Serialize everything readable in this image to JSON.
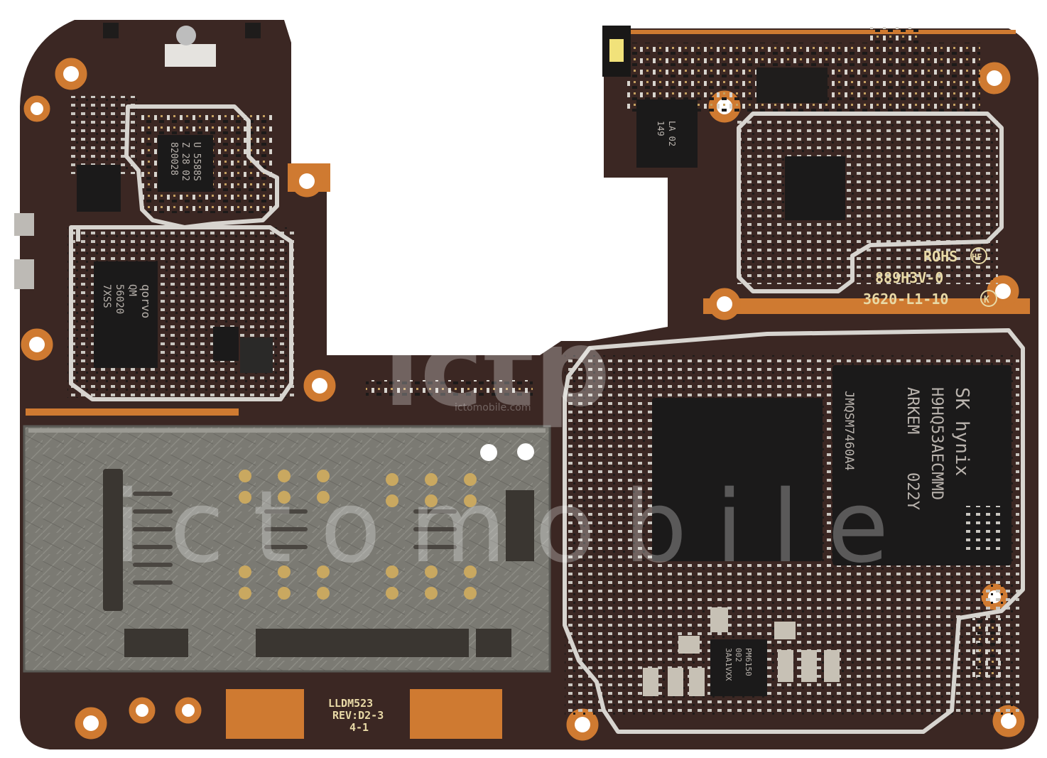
{
  "board": {
    "silkscreen": {
      "rohs": "ROHS",
      "hf": "HF",
      "code1": "889H3V-0",
      "code2": "3620-L1-10",
      "k": "K",
      "model": "LLDM523",
      "rev": "REV:D2-3",
      "sub": "4-1"
    },
    "chips": {
      "top_left_chip": [
        "U 5588S",
        "Z 28 02",
        "820028"
      ],
      "qorvo_chip": [
        "qorvo",
        "QM",
        "56020",
        "7XSS"
      ],
      "hynix_chip": [
        "SK hynix",
        "H9HQ53AECMMD",
        "ARKEM",
        "022Y"
      ],
      "soc_mark": "JMQSM7460A4",
      "pmic_chip": [
        "PM6150",
        "002",
        "3AA1VXX"
      ],
      "sensor_chip": [
        "LA 02",
        "149"
      ]
    },
    "watermark": {
      "logo_small": "ictomobile.com",
      "main": "ictomobile"
    },
    "colors": {
      "pcb": "#3b2723",
      "copper": "#cf7a31",
      "shield": "#d7d4cf",
      "chip": "#1b1a1a",
      "sim_tray": "#77766f"
    }
  }
}
